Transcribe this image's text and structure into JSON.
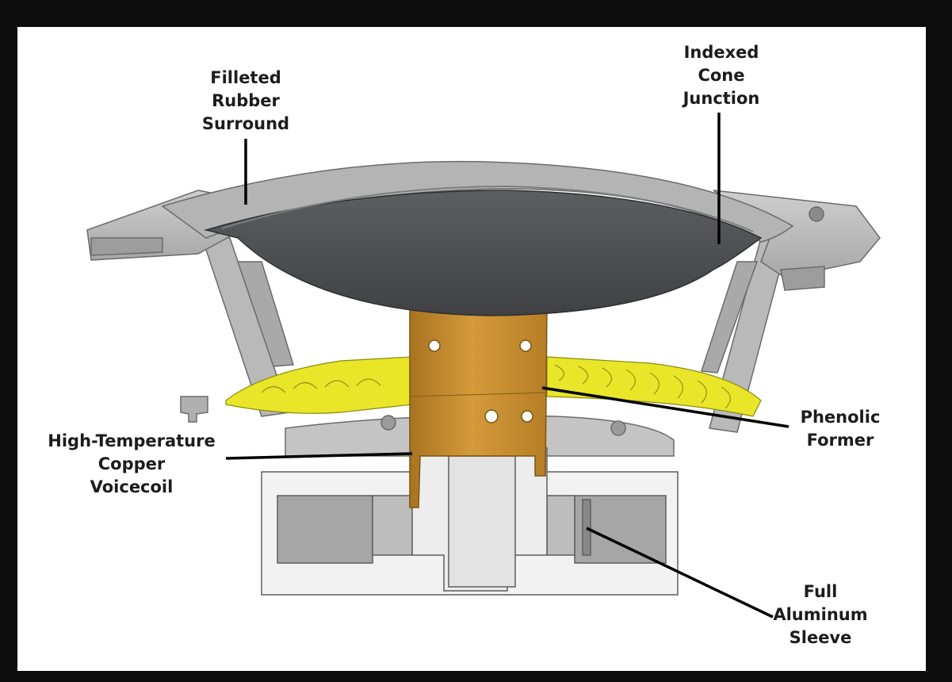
{
  "diagram": {
    "labels": {
      "surround": [
        "Filleted",
        "Rubber",
        "Surround"
      ],
      "cone_junction": [
        "Indexed",
        "Cone",
        "Junction"
      ],
      "former": [
        "Phenolic",
        "Former"
      ],
      "voicecoil": [
        "High-Temperature",
        "Copper",
        "Voicecoil"
      ],
      "sleeve": [
        "Full",
        "Aluminum",
        "Sleeve"
      ]
    },
    "colors": {
      "background": "#0c0c0c",
      "panel": "#ffffff",
      "cone": "#4d4f52",
      "frame_gray": "#b9b9b9",
      "spider_yellow": "#e9e629",
      "former_copper": "#c8902e",
      "leader_line": "#000000"
    }
  }
}
